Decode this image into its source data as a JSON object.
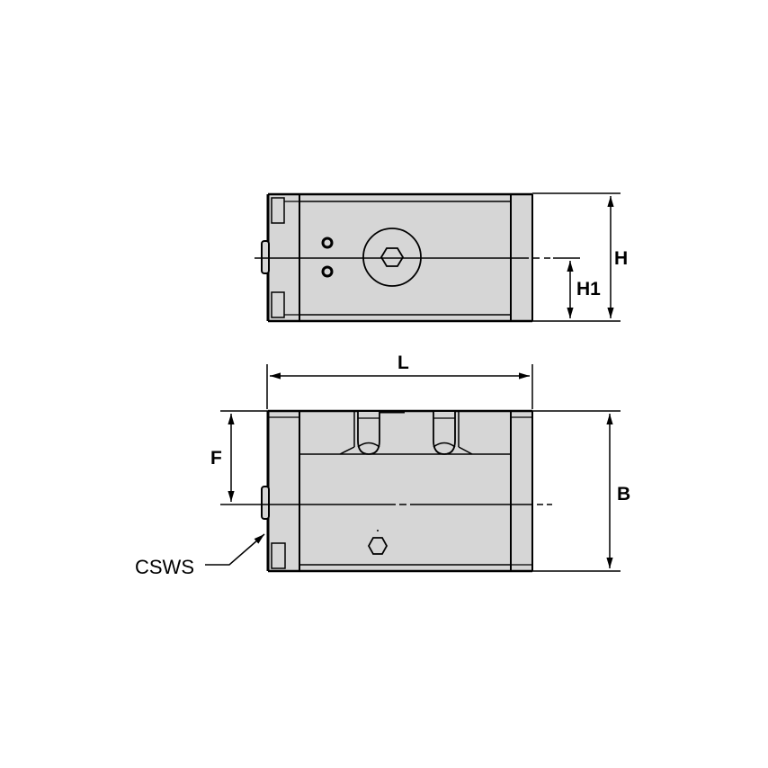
{
  "drawing": {
    "title": "Toolholder technical drawing",
    "colors": {
      "body_fill": "#d6d6d6",
      "line": "#000000",
      "background": "#ffffff"
    },
    "views": [
      {
        "name": "end-view",
        "description": "Top view with hex socket screw and two pin holes"
      },
      {
        "name": "side-view",
        "description": "Bottom view with two slots and hex screw"
      }
    ],
    "dimensions": {
      "H": "H",
      "H1": "H1",
      "L": "L",
      "F": "F",
      "B": "B"
    },
    "callouts": {
      "cutting_side": "CSWS"
    }
  }
}
